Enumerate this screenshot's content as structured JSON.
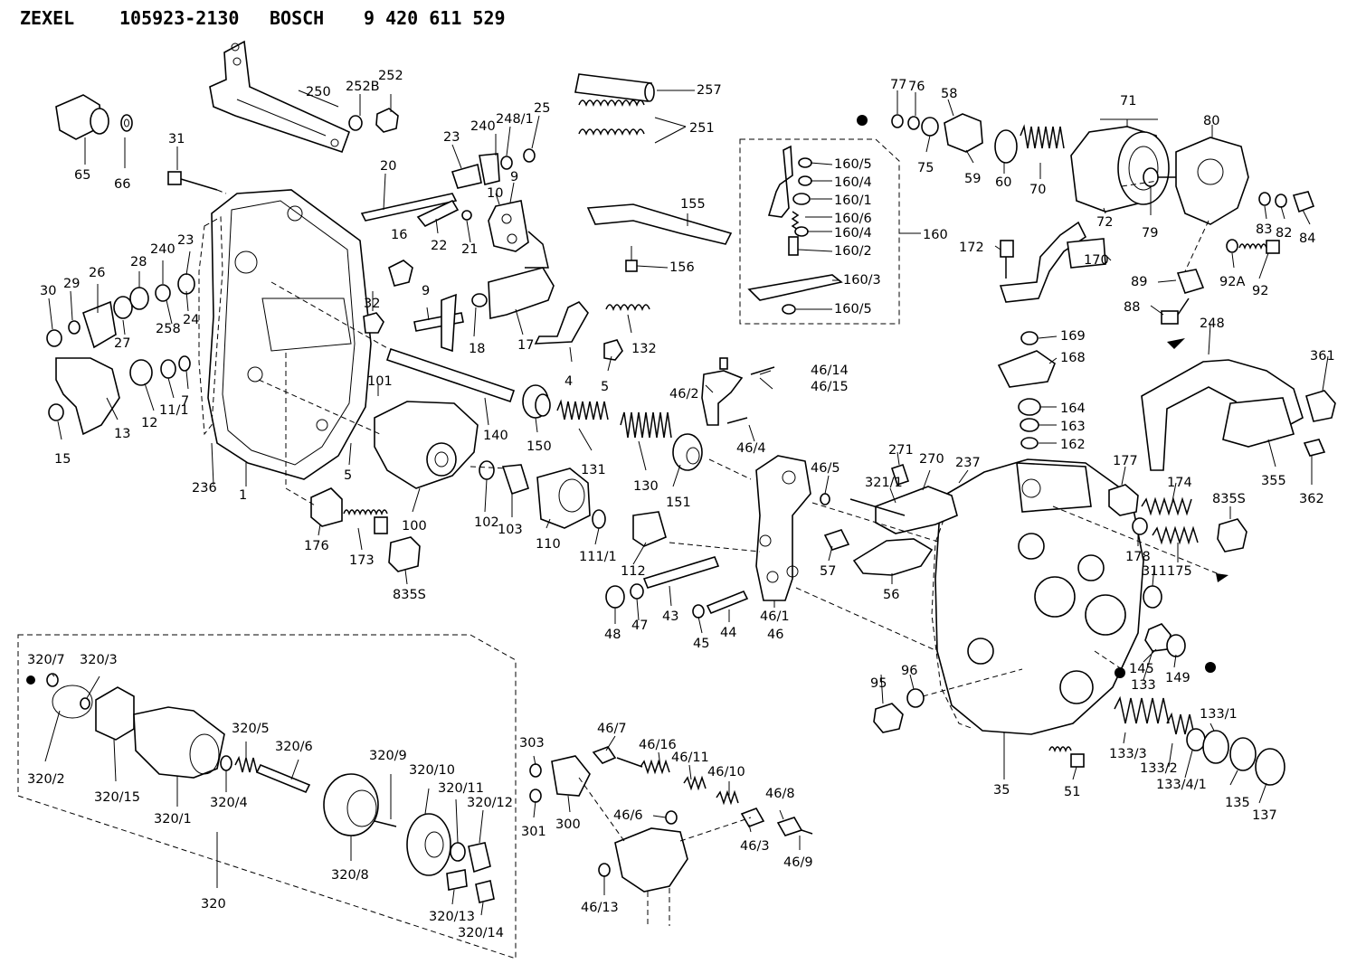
{
  "header": {
    "brand1": "ZEXEL",
    "part_number1": "105923-2130",
    "brand2": "BOSCH",
    "part_number2": "9 420 611 529"
  },
  "labels": [
    {
      "id": "65",
      "text": "65"
    },
    {
      "id": "66",
      "text": "66"
    },
    {
      "id": "250",
      "text": "250"
    },
    {
      "id": "252B",
      "text": "252B"
    },
    {
      "id": "252",
      "text": "252"
    },
    {
      "id": "257",
      "text": "257"
    },
    {
      "id": "251",
      "text": "251"
    },
    {
      "id": "31",
      "text": "31"
    },
    {
      "id": "20",
      "text": "20"
    },
    {
      "id": "23a",
      "text": "23"
    },
    {
      "id": "240",
      "text": "240"
    },
    {
      "id": "248_1",
      "text": "248/1"
    },
    {
      "id": "25",
      "text": "25"
    },
    {
      "id": "10",
      "text": "10"
    },
    {
      "id": "9a",
      "text": "9"
    },
    {
      "id": "16",
      "text": "16"
    },
    {
      "id": "22",
      "text": "22"
    },
    {
      "id": "21",
      "text": "21"
    },
    {
      "id": "155",
      "text": "155"
    },
    {
      "id": "156",
      "text": "156"
    },
    {
      "id": "30",
      "text": "30"
    },
    {
      "id": "29",
      "text": "29"
    },
    {
      "id": "26",
      "text": "26"
    },
    {
      "id": "28",
      "text": "28"
    },
    {
      "id": "240b",
      "text": "240"
    },
    {
      "id": "23b",
      "text": "23"
    },
    {
      "id": "258",
      "text": "258"
    },
    {
      "id": "24",
      "text": "24"
    },
    {
      "id": "27",
      "text": "27"
    },
    {
      "id": "32",
      "text": "32"
    },
    {
      "id": "9b",
      "text": "9"
    },
    {
      "id": "18",
      "text": "18"
    },
    {
      "id": "17",
      "text": "17"
    },
    {
      "id": "132",
      "text": "132"
    },
    {
      "id": "4",
      "text": "4"
    },
    {
      "id": "5a",
      "text": "5"
    },
    {
      "id": "12",
      "text": "12"
    },
    {
      "id": "11_1",
      "text": "11/1"
    },
    {
      "id": "7",
      "text": "7"
    },
    {
      "id": "13",
      "text": "13"
    },
    {
      "id": "15",
      "text": "15"
    },
    {
      "id": "101",
      "text": "101"
    },
    {
      "id": "140",
      "text": "140"
    },
    {
      "id": "150",
      "text": "150"
    },
    {
      "id": "131",
      "text": "131"
    },
    {
      "id": "130",
      "text": "130"
    },
    {
      "id": "151",
      "text": "151"
    },
    {
      "id": "236",
      "text": "236"
    },
    {
      "id": "1",
      "text": "1"
    },
    {
      "id": "5b",
      "text": "5"
    },
    {
      "id": "100",
      "text": "100"
    },
    {
      "id": "102",
      "text": "102"
    },
    {
      "id": "103",
      "text": "103"
    },
    {
      "id": "110",
      "text": "110"
    },
    {
      "id": "111_1",
      "text": "111/1"
    },
    {
      "id": "112",
      "text": "112"
    },
    {
      "id": "176",
      "text": "176"
    },
    {
      "id": "173",
      "text": "173"
    },
    {
      "id": "835S_a",
      "text": "835S"
    },
    {
      "id": "48",
      "text": "48"
    },
    {
      "id": "47",
      "text": "47"
    },
    {
      "id": "43",
      "text": "43"
    },
    {
      "id": "45",
      "text": "45"
    },
    {
      "id": "44",
      "text": "44"
    },
    {
      "id": "46_1",
      "text": "46/1"
    },
    {
      "id": "46",
      "text": "46"
    },
    {
      "id": "46_2",
      "text": "46/2"
    },
    {
      "id": "46_14",
      "text": "46/14"
    },
    {
      "id": "46_15",
      "text": "46/15"
    },
    {
      "id": "46_4",
      "text": "46/4"
    },
    {
      "id": "46_5",
      "text": "46/5"
    },
    {
      "id": "160_5a",
      "text": "160/5"
    },
    {
      "id": "160_4a",
      "text": "160/4"
    },
    {
      "id": "160_1",
      "text": "160/1"
    },
    {
      "id": "160_6",
      "text": "160/6"
    },
    {
      "id": "160_4b",
      "text": "160/4"
    },
    {
      "id": "160_2",
      "text": "160/2"
    },
    {
      "id": "160_3",
      "text": "160/3"
    },
    {
      "id": "160_5b",
      "text": "160/5"
    },
    {
      "id": "160",
      "text": "160"
    },
    {
      "id": "77",
      "text": "77"
    },
    {
      "id": "76",
      "text": "76"
    },
    {
      "id": "58",
      "text": "58"
    },
    {
      "id": "75",
      "text": "75"
    },
    {
      "id": "59",
      "text": "59"
    },
    {
      "id": "60",
      "text": "60"
    },
    {
      "id": "70",
      "text": "70"
    },
    {
      "id": "71",
      "text": "71"
    },
    {
      "id": "72",
      "text": "72"
    },
    {
      "id": "79",
      "text": "79"
    },
    {
      "id": "80",
      "text": "80"
    },
    {
      "id": "83",
      "text": "83"
    },
    {
      "id": "82",
      "text": "82"
    },
    {
      "id": "84",
      "text": "84"
    },
    {
      "id": "172",
      "text": "172"
    },
    {
      "id": "170",
      "text": "170"
    },
    {
      "id": "89",
      "text": "89"
    },
    {
      "id": "88",
      "text": "88"
    },
    {
      "id": "92A",
      "text": "92A"
    },
    {
      "id": "92",
      "text": "92"
    },
    {
      "id": "169",
      "text": "169"
    },
    {
      "id": "168",
      "text": "168"
    },
    {
      "id": "248",
      "text": "248"
    },
    {
      "id": "361",
      "text": "361"
    },
    {
      "id": "164",
      "text": "164"
    },
    {
      "id": "163",
      "text": "163"
    },
    {
      "id": "162",
      "text": "162"
    },
    {
      "id": "271",
      "text": "271"
    },
    {
      "id": "270",
      "text": "270"
    },
    {
      "id": "237",
      "text": "237"
    },
    {
      "id": "321_1",
      "text": "321/1"
    },
    {
      "id": "177",
      "text": "177"
    },
    {
      "id": "174",
      "text": "174"
    },
    {
      "id": "835S_b",
      "text": "835S"
    },
    {
      "id": "355",
      "text": "355"
    },
    {
      "id": "362",
      "text": "362"
    },
    {
      "id": "57",
      "text": "57"
    },
    {
      "id": "56",
      "text": "56"
    },
    {
      "id": "178",
      "text": "178"
    },
    {
      "id": "311",
      "text": "311"
    },
    {
      "id": "175",
      "text": "175"
    },
    {
      "id": "145",
      "text": "145"
    },
    {
      "id": "133",
      "text": "133"
    },
    {
      "id": "149",
      "text": "149"
    },
    {
      "id": "95",
      "text": "95"
    },
    {
      "id": "96",
      "text": "96"
    },
    {
      "id": "133_1",
      "text": "133/1"
    },
    {
      "id": "133_3",
      "text": "133/3"
    },
    {
      "id": "133_2",
      "text": "133/2"
    },
    {
      "id": "133_4_1",
      "text": "133/4/1"
    },
    {
      "id": "35",
      "text": "35"
    },
    {
      "id": "51",
      "text": "51"
    },
    {
      "id": "135",
      "text": "135"
    },
    {
      "id": "137",
      "text": "137"
    },
    {
      "id": "320_7",
      "text": "320/7"
    },
    {
      "id": "320_3",
      "text": "320/3"
    },
    {
      "id": "320_2",
      "text": "320/2"
    },
    {
      "id": "320_15",
      "text": "320/15"
    },
    {
      "id": "320_1",
      "text": "320/1"
    },
    {
      "id": "320_5",
      "text": "320/5"
    },
    {
      "id": "320_6",
      "text": "320/6"
    },
    {
      "id": "320_4",
      "text": "320/4"
    },
    {
      "id": "320_9",
      "text": "320/9"
    },
    {
      "id": "320_10",
      "text": "320/10"
    },
    {
      "id": "320_11",
      "text": "320/11"
    },
    {
      "id": "320_12",
      "text": "320/12"
    },
    {
      "id": "320_8",
      "text": "320/8"
    },
    {
      "id": "320_13",
      "text": "320/13"
    },
    {
      "id": "320_14",
      "text": "320/14"
    },
    {
      "id": "320",
      "text": "320"
    },
    {
      "id": "303",
      "text": "303"
    },
    {
      "id": "301",
      "text": "301"
    },
    {
      "id": "300",
      "text": "300"
    },
    {
      "id": "46_7",
      "text": "46/7"
    },
    {
      "id": "46_16",
      "text": "46/16"
    },
    {
      "id": "46_11",
      "text": "46/11"
    },
    {
      "id": "46_10",
      "text": "46/10"
    },
    {
      "id": "46_8",
      "text": "46/8"
    },
    {
      "id": "46_6",
      "text": "46/6"
    },
    {
      "id": "46_3",
      "text": "46/3"
    },
    {
      "id": "46_9",
      "text": "46/9"
    },
    {
      "id": "46_13",
      "text": "46/13"
    }
  ]
}
